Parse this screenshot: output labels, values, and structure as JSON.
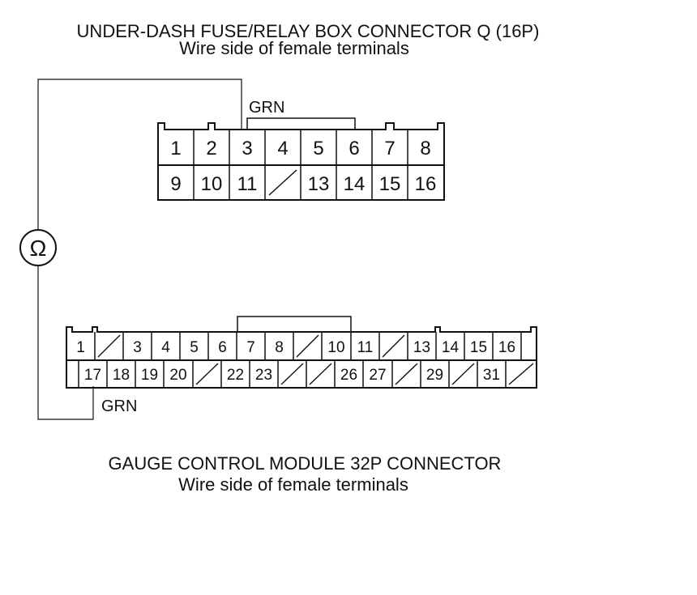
{
  "top_connector": {
    "title": "UNDER-DASH FUSE/RELAY BOX CONNECTOR Q (16P)",
    "subtitle": "Wire side of female terminals",
    "wire_label": "GRN",
    "row1": [
      "1",
      "2",
      "3",
      "4",
      "5",
      "6",
      "7",
      "8"
    ],
    "row2": [
      "9",
      "10",
      "11",
      "",
      "13",
      "14",
      "15",
      "16"
    ]
  },
  "meter": {
    "symbol": "Ω"
  },
  "bottom_connector": {
    "title": "GAUGE CONTROL MODULE 32P CONNECTOR",
    "subtitle": "Wire side of female terminals",
    "wire_label": "GRN",
    "row1": [
      "1",
      "",
      "3",
      "4",
      "5",
      "6",
      "7",
      "8",
      "",
      "10",
      "11",
      "",
      "13",
      "14",
      "15",
      "16"
    ],
    "row2": [
      "",
      "17",
      "18",
      "19",
      "20",
      "",
      "22",
      "23",
      "",
      "",
      "26",
      "27",
      "",
      "29",
      "",
      "31",
      ""
    ]
  }
}
